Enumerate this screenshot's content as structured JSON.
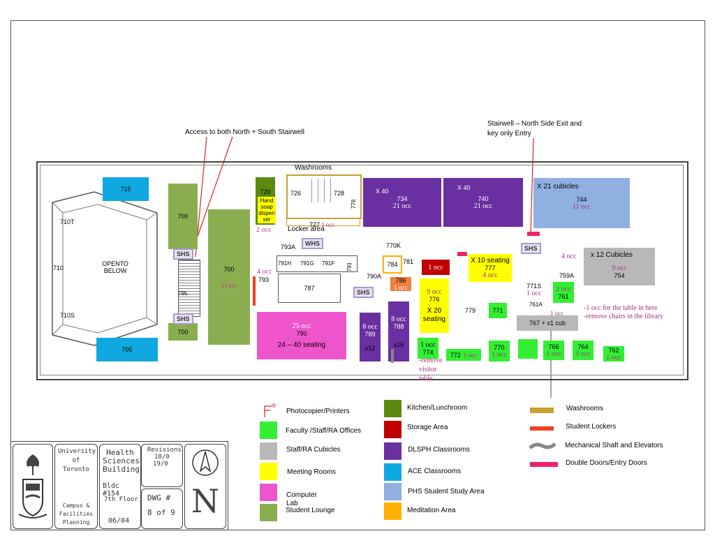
{
  "annotations": {
    "access_both": "Access to both North + South Stairwell",
    "stairwell_north": "Stairwell – North Side Exit and key only Entry",
    "washrooms_label": "Washrooms",
    "locker_area": "Locker area",
    "opento": "OPENTO",
    "below": "BELOW",
    "remove_visitor": "-remove visitor table",
    "one_occ_note": "-1 occ for the table in here",
    "remove_chairs": "-remove chairs in the library"
  },
  "rooms": {
    "r715": "715",
    "r705": "705",
    "r700a": "700",
    "r700b": "700",
    "r700c": "700",
    "r710t": "710T",
    "r710": "710",
    "r710s": "710S",
    "r795": "795",
    "r720": "720",
    "hand_soap": "Hand soap dispen ser",
    "r726": "726",
    "r728": "728",
    "r778": "778",
    "r727": "727",
    "r793a": "793A",
    "r793": "793",
    "r791h": "791H",
    "r791g": "791G",
    "r791f": "791F",
    "r791": "791",
    "r787": "787",
    "r790a": "790A",
    "r790": "790",
    "r789": "789",
    "r788": "788",
    "r770k": "770K",
    "r784": "784",
    "r781": "781",
    "r786": "786",
    "r776": "776",
    "r774": "774",
    "r772": "772",
    "r777": "777",
    "r779": "779",
    "r771": "771",
    "r771s": "771S",
    "r761a": "761A",
    "r761": "761",
    "r767": "767 + x1 cub",
    "r770": "770",
    "r766": "766",
    "r764": "764",
    "r762": "762",
    "r734": "734",
    "r740": "740",
    "r744": "744",
    "r759a": "759A",
    "r754": "754"
  },
  "capacity": {
    "x40a": "X 40",
    "x40b": "X 40",
    "x21": "X 21 cubicles",
    "x12cub": "x 12 Cubicles",
    "x10": "X 10 seating",
    "x20": "X 20 seating",
    "seat2440": "24 – 40 seating",
    "x12": "x12",
    "x16": "x16"
  },
  "occupancy": {
    "o734": "21 occ",
    "o740": "21 occ",
    "o744": "11 occ",
    "o754": "9 occ",
    "o4occ": "4 occ",
    "o700": "13 occ",
    "o790": "25 occ",
    "o789": "8 occ",
    "o788": "8 occ",
    "o786": "1 occ",
    "o776": "9 occ",
    "o777": "4 occ",
    "o774": "1 occ",
    "o772": "1 occ",
    "o770": "1 occ",
    "o766": "1 occ",
    "o764": "1 occ",
    "o762": "1 occ",
    "o761": "2 occ",
    "o771s": "1 occ",
    "o767": "1 occ",
    "o720": "2 occ",
    "o727": "1 occ",
    "o793": "4 occ",
    "o_storage": "1 occ"
  },
  "badges": {
    "shs1": "SHS",
    "shs2": "SHS",
    "shs3": "SHS",
    "shs4": "SHS",
    "whs": "WHS"
  },
  "legend": {
    "photocopier": "Photocopier/Printers",
    "faculty": "Faculty /Staff/RA Offices",
    "staff_cub": "Staff/RA Cubicles",
    "meeting": "Meeting Rooms",
    "computer": "Computer Lab",
    "lounge": "Student Lounge",
    "kitchen": "Kitchen/Lunchroom",
    "storage": "Storage Area",
    "dlsph": "DLSPH Classrooms",
    "ace": "ACE Classrooms",
    "phs": "PHS Student Study Area",
    "meditation": "Meditation Area",
    "washrooms": "Washrooms",
    "lockers": "Student Lockers",
    "mech": "Mechanical Shaft and Elevators",
    "doors": "Double Doors/Entry Doors"
  },
  "colors": {
    "green_office": "#33ee33",
    "gray_cub": "#b8b8b8",
    "yellow_meet": "#ffff00",
    "magenta_lab": "#ee55cc",
    "olive_lounge": "#8aae4f",
    "kitchen": "#5a8a10",
    "storage": "#c00000",
    "dlsph": "#6a2fa0",
    "ace": "#10a8e0",
    "phs": "#8fb0e0",
    "meditation": "#ffb000",
    "washroom": "#c8a030",
    "locker": "#f04020",
    "mech": "#888888",
    "door": "#ee2266"
  },
  "titleblock": {
    "university": "University of Toronto",
    "dept": "Campus & Facilities Planning",
    "building": "Health Sciences Building",
    "bldc": "Bldc #154",
    "floor": "7th Floor",
    "date": "06/04",
    "revisions": "Revisions",
    "rev1": "10/0",
    "rev2": "19/0",
    "dwg": "DWG #",
    "sheet": "8 of 9",
    "north": "N"
  }
}
